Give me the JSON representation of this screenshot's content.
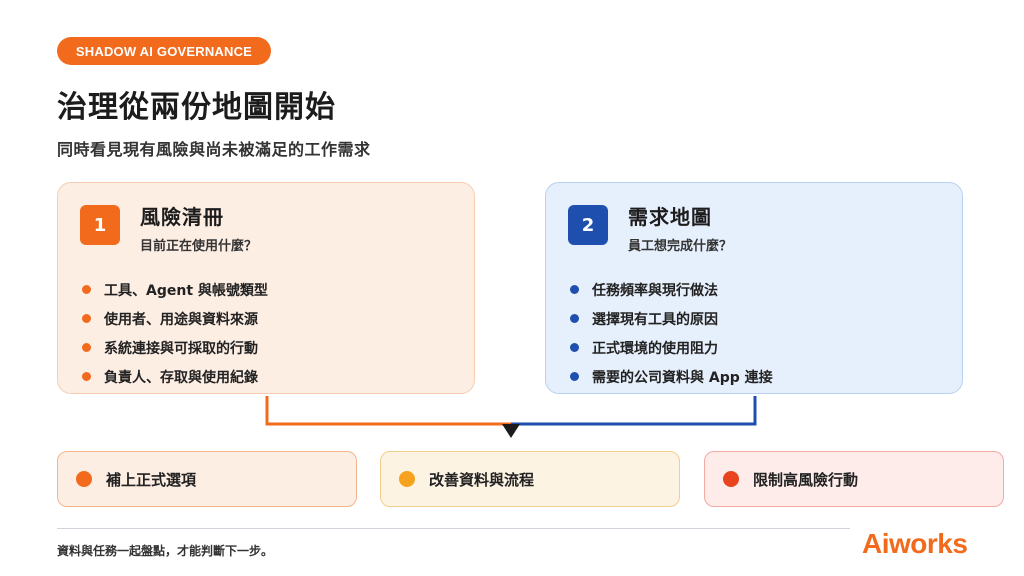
{
  "tag": "SHADOW AI GOVERNANCE",
  "title": "治理從兩份地圖開始",
  "subtitle": "同時看見現有風險與尚未被滿足的工作需求",
  "colors": {
    "accent_orange": "#f26b1d",
    "accent_blue": "#1f4fae",
    "amber": "#f6a21c",
    "red": "#e8451e"
  },
  "cards": [
    {
      "number": "1",
      "title": "風險清冊",
      "question": "目前正在使用什麼？",
      "items": [
        "工具、Agent 與帳號類型",
        "使用者、用途與資料來源",
        "系統連接與可採取的行動",
        "負責人、存取與使用紀錄"
      ]
    },
    {
      "number": "2",
      "title": "需求地圖",
      "question": "員工想完成什麼？",
      "items": [
        "任務頻率與現行做法",
        "選擇現有工具的原因",
        "正式環境的使用阻力",
        "需要的公司資料與 App 連接"
      ]
    }
  ],
  "actions": [
    "補上正式選項",
    "改善資料與流程",
    "限制高風險行動"
  ],
  "footnote": "資料與任務一起盤點，才能判斷下一步。",
  "logo": "Aiworks"
}
